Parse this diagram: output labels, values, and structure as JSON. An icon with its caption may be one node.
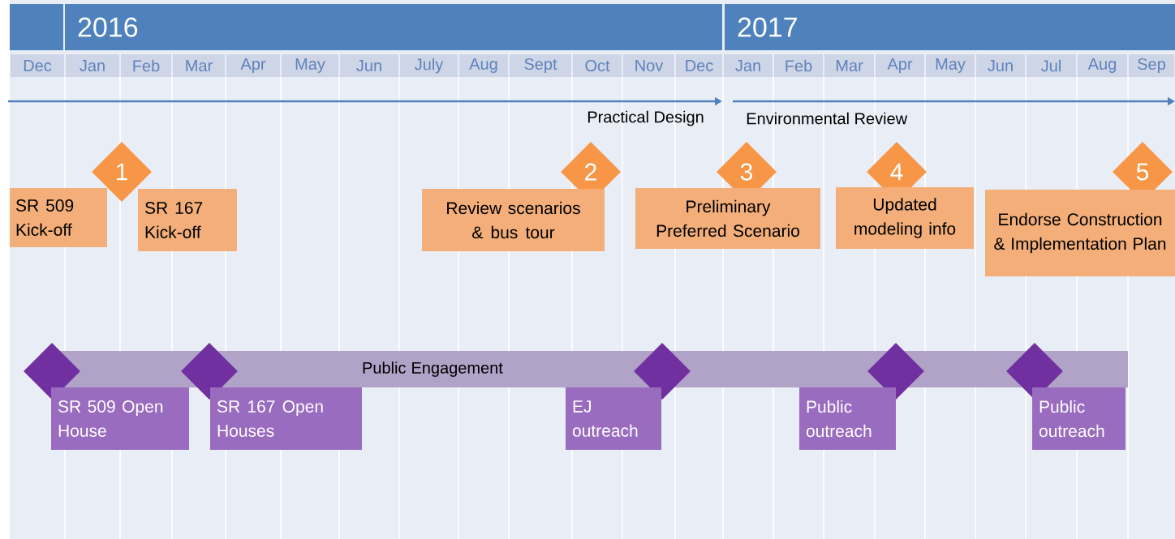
{
  "diagram": {
    "nodes": [
      {
        "text": [
          "2016"
        ]
      },
      {
        "text": [
          "2017"
        ]
      },
      {
        "text": [
          "Dec"
        ]
      },
      {
        "text": [
          "Jan"
        ]
      },
      {
        "text": [
          "Feb"
        ]
      },
      {
        "text": [
          "Mar"
        ]
      },
      {
        "text": [
          "Apr"
        ]
      },
      {
        "text": [
          "May"
        ]
      },
      {
        "text": [
          "Jun"
        ]
      },
      {
        "text": [
          "July"
        ]
      },
      {
        "text": [
          "Aug"
        ]
      },
      {
        "text": [
          "Sept"
        ]
      },
      {
        "text": [
          "Oct"
        ]
      },
      {
        "text": [
          "Nov"
        ]
      },
      {
        "text": [
          "Dec"
        ]
      },
      {
        "text": [
          "Jan"
        ]
      },
      {
        "text": [
          "Feb"
        ]
      },
      {
        "text": [
          "Mar"
        ]
      },
      {
        "text": [
          "Apr"
        ]
      },
      {
        "text": [
          "May"
        ]
      },
      {
        "text": [
          "Jun"
        ]
      },
      {
        "text": [
          "Jul"
        ]
      },
      {
        "text": [
          "Aug"
        ]
      },
      {
        "text": [
          "Sep"
        ]
      },
      {
        "text": [
          "1"
        ]
      },
      {
        "text": [
          "SR 509 Kick-off"
        ]
      },
      {
        "text": [
          "SR 167 Kick-off"
        ]
      },
      {
        "text": [
          "2"
        ]
      },
      {
        "text": [
          "Review scenarios & bus tour"
        ]
      },
      {
        "text": [
          "3"
        ]
      },
      {
        "text": [
          "Preliminary Preferred Scenario"
        ]
      },
      {
        "text": [
          "4"
        ]
      },
      {
        "text": [
          "Updated modeling info"
        ]
      },
      {
        "text": [
          "5"
        ]
      },
      {
        "text": [
          "Endorse Construction & Implementation Plan"
        ]
      },
      {
        "text": [
          "Public Engagement"
        ]
      },
      {
        "text": [],
        "shape": "diamond"
      },
      {
        "text": [
          "SR 509 Open House"
        ]
      },
      {
        "text": [],
        "shape": "diamond"
      },
      {
        "text": [
          "SR 167 Open Houses"
        ]
      },
      {
        "text": [],
        "shape": "diamond"
      },
      {
        "text": [
          "EJ outreach"
        ]
      },
      {
        "text": [],
        "shape": "diamond"
      },
      {
        "text": [
          "Public outreach"
        ]
      },
      {
        "text": [],
        "shape": "diamond"
      },
      {
        "text": [
          "Public outreach"
        ]
      }
    ],
    "labels": [
      "Practical Design",
      "Environmental Review"
    ]
  }
}
